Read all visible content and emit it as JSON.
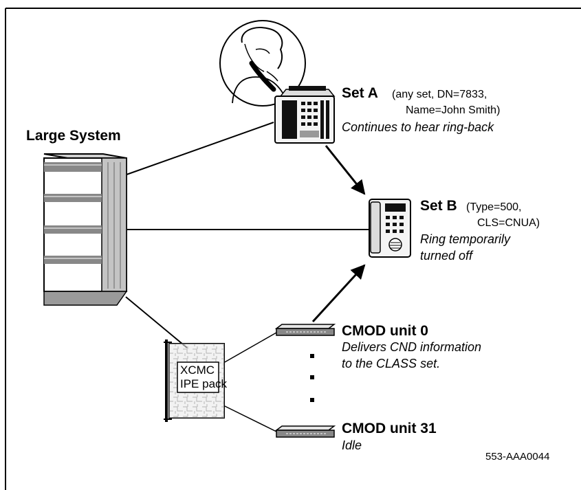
{
  "system": {
    "label": "Large System"
  },
  "set_a": {
    "name": "Set A",
    "detail_1": "(any set, DN=7833,",
    "detail_2": "Name=John Smith)",
    "status": "Continues to hear ring-back"
  },
  "set_b": {
    "name": "Set B",
    "detail_1": "(Type=500,",
    "detail_2": "CLS=CNUA)",
    "status_1": "Ring temporarily",
    "status_2": "turned off"
  },
  "cmod0": {
    "name": "CMOD unit 0",
    "status_1": "Delivers CND information",
    "status_2": "to the CLASS set."
  },
  "cmod31": {
    "name": "CMOD unit 31",
    "status": "Idle"
  },
  "xcmc": {
    "line_1": "XCMC",
    "line_2": "IPE pack"
  },
  "figure_id": "553-AAA0044"
}
